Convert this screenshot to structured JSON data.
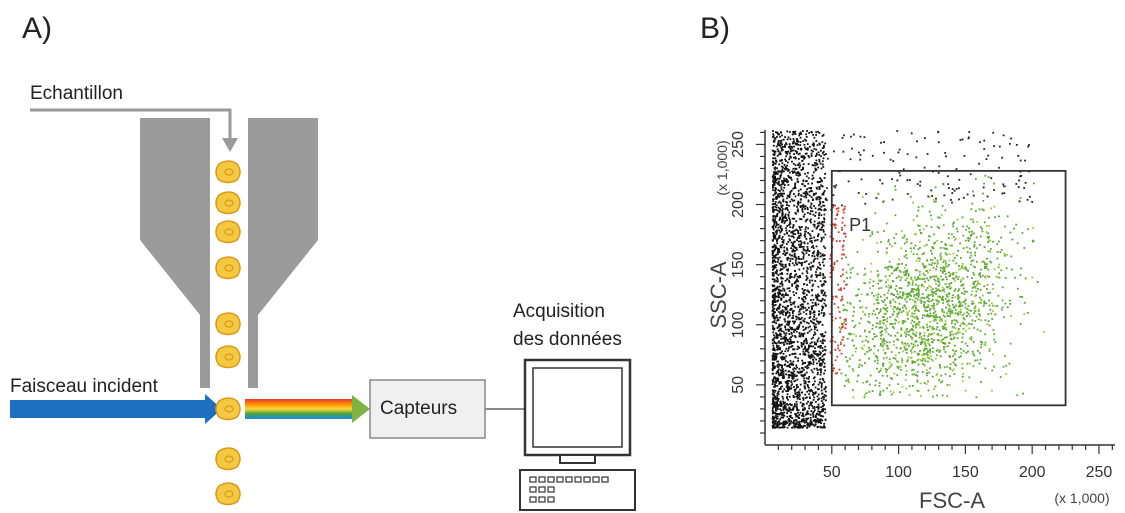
{
  "panel_a": {
    "label": "A)",
    "sample_label": "Echantillon",
    "beam_label": "Faisceau incident",
    "sensors_label": "Capteurs",
    "acquisition_line1": "Acquisition",
    "acquisition_line2": "des données",
    "colors": {
      "nozzle": "#9b9b9b",
      "beam": "#1f6fc0",
      "cell": "#f5c842",
      "cell_edge": "#d99a1a"
    }
  },
  "panel_b": {
    "label": "B)",
    "gate_label": "P1"
  },
  "chart_data": {
    "type": "scatter",
    "xlabel": "FSC-A",
    "ylabel": "SSC-A",
    "x_unit": "(x 1,000)",
    "y_unit": "(x 1,000)",
    "xlim": [
      0,
      262
    ],
    "ylim": [
      0,
      262
    ],
    "x_ticks": [
      50,
      100,
      150,
      200,
      250
    ],
    "y_ticks": [
      50,
      100,
      150,
      200,
      250
    ],
    "gate": {
      "name": "P1",
      "x": [
        50,
        225
      ],
      "y": [
        33,
        228
      ]
    },
    "series": [
      {
        "color": "#111111",
        "cluster": "debris",
        "x_range": [
          5,
          45
        ],
        "y_range": [
          15,
          262
        ]
      },
      {
        "color": "#5aa832",
        "cluster": "P1",
        "x_center": 120,
        "y_center": 115,
        "x_sd": 32,
        "y_sd": 38
      },
      {
        "color": "#d23a2a",
        "cluster": "edge",
        "x_range": [
          48,
          60
        ],
        "y_range": [
          60,
          200
        ]
      }
    ]
  }
}
